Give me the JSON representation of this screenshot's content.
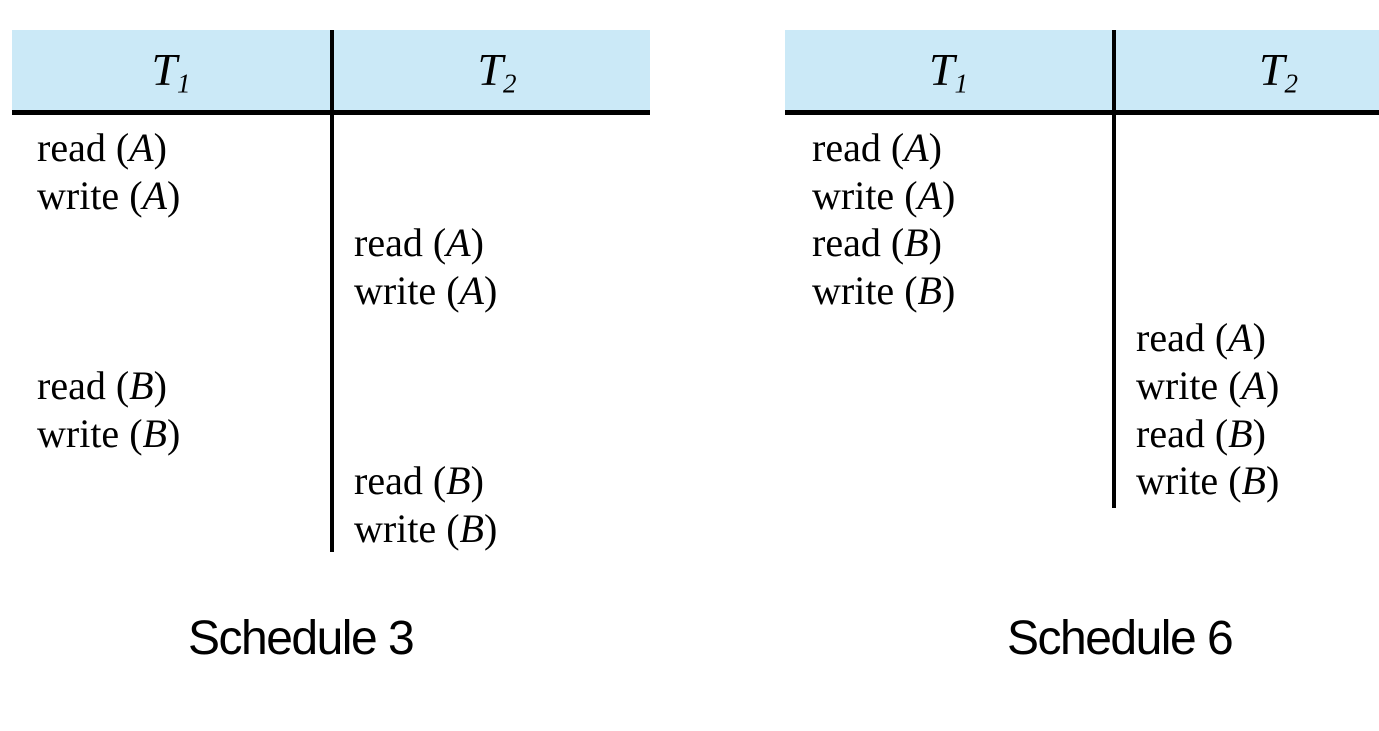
{
  "figure": {
    "colors": {
      "header_bg": "#cbe9f7",
      "line_color": "#000000",
      "text_color": "#000000"
    },
    "schedules": [
      {
        "caption": "Schedule 3",
        "columns": [
          {
            "base": "T",
            "sub": "1"
          },
          {
            "base": "T",
            "sub": "2"
          }
        ],
        "rows": [
          {
            "col": 0,
            "pre": "read (",
            "var": "A",
            "post": ")"
          },
          {
            "col": 0,
            "pre": "write (",
            "var": "A",
            "post": ")"
          },
          {
            "col": 1,
            "pre": "read (",
            "var": "A",
            "post": ")"
          },
          {
            "col": 1,
            "pre": "write (",
            "var": "A",
            "post": ")"
          },
          null,
          {
            "col": 0,
            "pre": "read (",
            "var": "B",
            "post": ")"
          },
          {
            "col": 0,
            "pre": "write (",
            "var": "B",
            "post": ")"
          },
          {
            "col": 1,
            "pre": "read (",
            "var": "B",
            "post": ")"
          },
          {
            "col": 1,
            "pre": "write (",
            "var": "B",
            "post": ")"
          }
        ]
      },
      {
        "caption": "Schedule 6",
        "columns": [
          {
            "base": "T",
            "sub": "1"
          },
          {
            "base": "T",
            "sub": "2"
          }
        ],
        "rows": [
          {
            "col": 0,
            "pre": "read (",
            "var": "A",
            "post": ")"
          },
          {
            "col": 0,
            "pre": "write (",
            "var": "A",
            "post": ")"
          },
          {
            "col": 0,
            "pre": "read (",
            "var": "B",
            "post": ")"
          },
          {
            "col": 0,
            "pre": "write (",
            "var": "B",
            "post": ")"
          },
          {
            "col": 1,
            "pre": "read (",
            "var": "A",
            "post": ")"
          },
          {
            "col": 1,
            "pre": "write (",
            "var": "A",
            "post": ")"
          },
          {
            "col": 1,
            "pre": "read (",
            "var": "B",
            "post": ")"
          },
          {
            "col": 1,
            "pre": "write (",
            "var": "B",
            "post": ")"
          }
        ]
      }
    ]
  }
}
